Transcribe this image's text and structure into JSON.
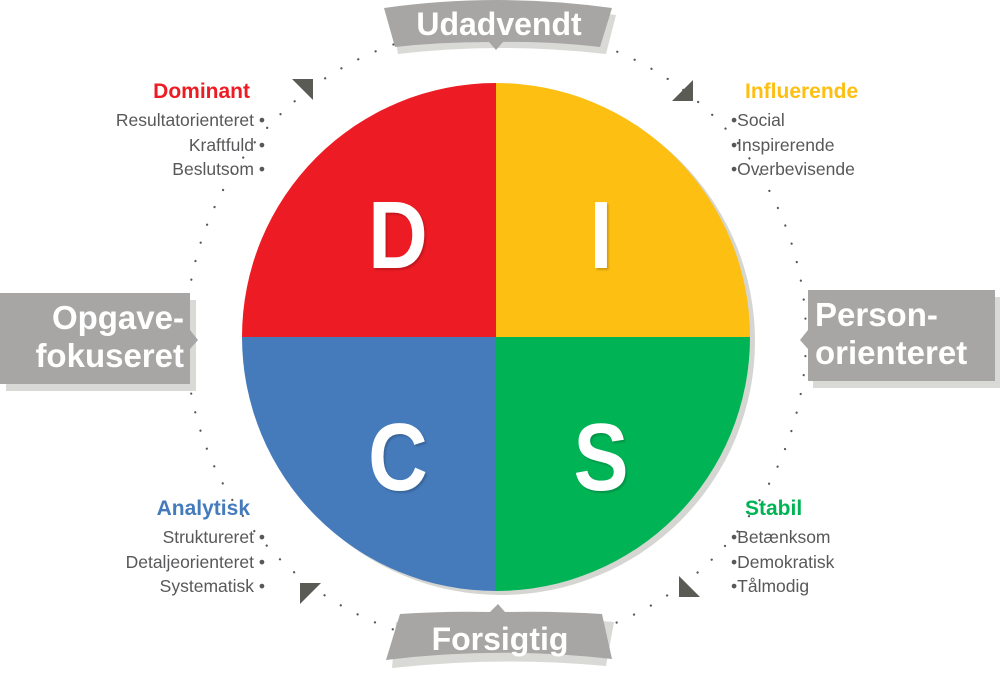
{
  "diagram": {
    "type": "DISC model",
    "axes": {
      "top": "Udadvendt",
      "bottom": "Forsigtig",
      "left": [
        "Opgave-",
        "fokuseret"
      ],
      "right": [
        "Person-",
        "orienteret"
      ]
    },
    "quadrants": [
      {
        "letter": "D",
        "title": "Dominant",
        "color": "#ed1c24",
        "traits": [
          "Resultatorienteret",
          "Kraftfuld",
          "Beslutsom"
        ]
      },
      {
        "letter": "I",
        "title": "Influerende",
        "color": "#fdbf12",
        "traits": [
          "Social",
          "Inspirerende",
          "Overbevisende"
        ]
      },
      {
        "letter": "C",
        "title": "Analytisk",
        "color": "#457bbb",
        "traits": [
          "Struktureret",
          "Detaljeorienteret",
          "Systematisk"
        ]
      },
      {
        "letter": "S",
        "title": "Stabil",
        "color": "#00b455",
        "traits": [
          "Betænksom",
          "Demokratisk",
          "Tålmodig"
        ]
      }
    ],
    "colors": {
      "label_box": "#a7a6a4",
      "label_shadow": "#d9d9d6",
      "ring_dots": "#58585a",
      "arrows": "#5b5b56",
      "text": "#58585a"
    }
  }
}
